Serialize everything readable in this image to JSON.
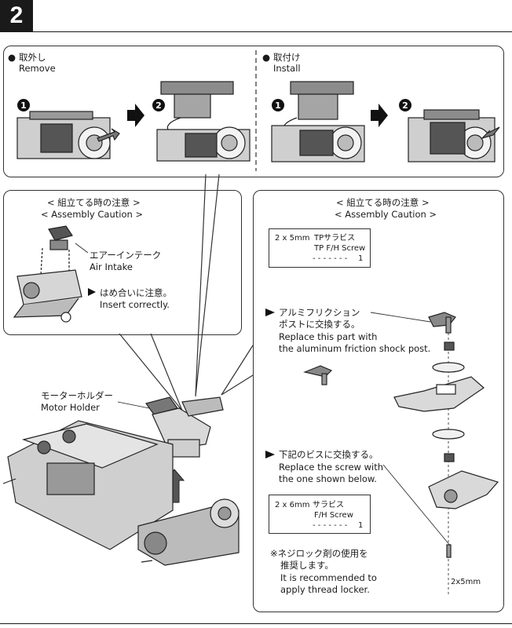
{
  "step": {
    "number": "2"
  },
  "remove": {
    "jp": "取外し",
    "en": "Remove",
    "steps": [
      "1",
      "2"
    ]
  },
  "install": {
    "jp": "取付け",
    "en": "Install",
    "steps": [
      "1",
      "2"
    ]
  },
  "left_caution": {
    "title_jp": "< 組立てる時の注意 >",
    "title_en": "< Assembly Caution >",
    "air_intake_jp": "エアーインテーク",
    "air_intake_en": "Air Intake",
    "insert_jp": "はめ合いに注意。",
    "insert_en": "Insert correctly."
  },
  "right_caution": {
    "title_jp": "< 組立てる時の注意 >",
    "title_en": "< Assembly Caution >",
    "screw1": {
      "size": "2 x 5mm",
      "name_jp": "TPサラビス",
      "name_en": "TP F/H Screw",
      "qty": "1"
    },
    "aluminum_jp1": "アルミフリクション",
    "aluminum_jp2": "ポストに交換する。",
    "aluminum_en1": "Replace this part with",
    "aluminum_en2": "the aluminum friction shock post.",
    "replace_jp": "下記のビスに交換する。",
    "replace_en1": "Replace the screw with",
    "replace_en2": "the one shown below.",
    "screw2": {
      "size": "2 x 6mm",
      "name_jp": "サラビス",
      "name_en": "F/H Screw",
      "qty": "1"
    },
    "locker_jp1": "※ネジロック剤の使用を",
    "locker_jp2": "推奨します。",
    "locker_en1": "It is recommended to",
    "locker_en2": "apply thread locker.",
    "screw_label": "2x5mm"
  },
  "motor_holder": {
    "jp": "モーターホルダー",
    "en": "Motor Holder"
  },
  "bullet": "●",
  "pointer": "►"
}
